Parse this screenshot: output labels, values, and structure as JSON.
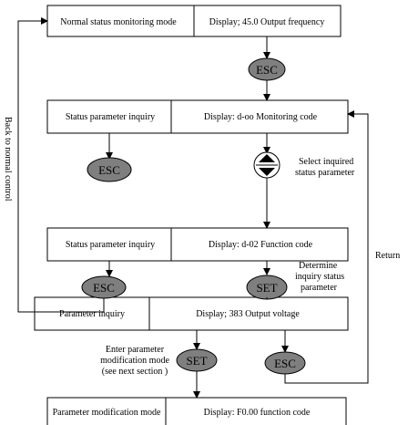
{
  "boxes": {
    "normal_mode": {
      "left": "Normal status monitoring  mode",
      "right": "Display; 45.0  Output frequency"
    },
    "status_inquiry_1": {
      "left": "Status parameter inquiry",
      "right": "Display: d-oo  Monitoring code"
    },
    "status_inquiry_2": {
      "left": "Status parameter inquiry",
      "right": "Display: d-02   Function code"
    },
    "parameter_inquiry": {
      "left": "Parameter inquiry",
      "right": "Display; 383  Output voltage"
    },
    "param_modification": {
      "left": "Parameter modification mode",
      "right": "Display: F0.00 function code"
    }
  },
  "buttons": {
    "esc": "ESC",
    "set": "SET"
  },
  "annotations": {
    "select_status": [
      "Select inquired",
      "status parameter"
    ],
    "determine_status": [
      "Determine",
      "inquiry status",
      "parameter"
    ],
    "enter_param": [
      "Enter parameter",
      "modification mode",
      "(see next section )"
    ]
  },
  "side_labels": {
    "back_to_normal": "Back to normal control",
    "return": "Return"
  },
  "colors": {
    "button_fill": "#7f7f7f",
    "line": "#000000",
    "background": "#ffffff"
  }
}
